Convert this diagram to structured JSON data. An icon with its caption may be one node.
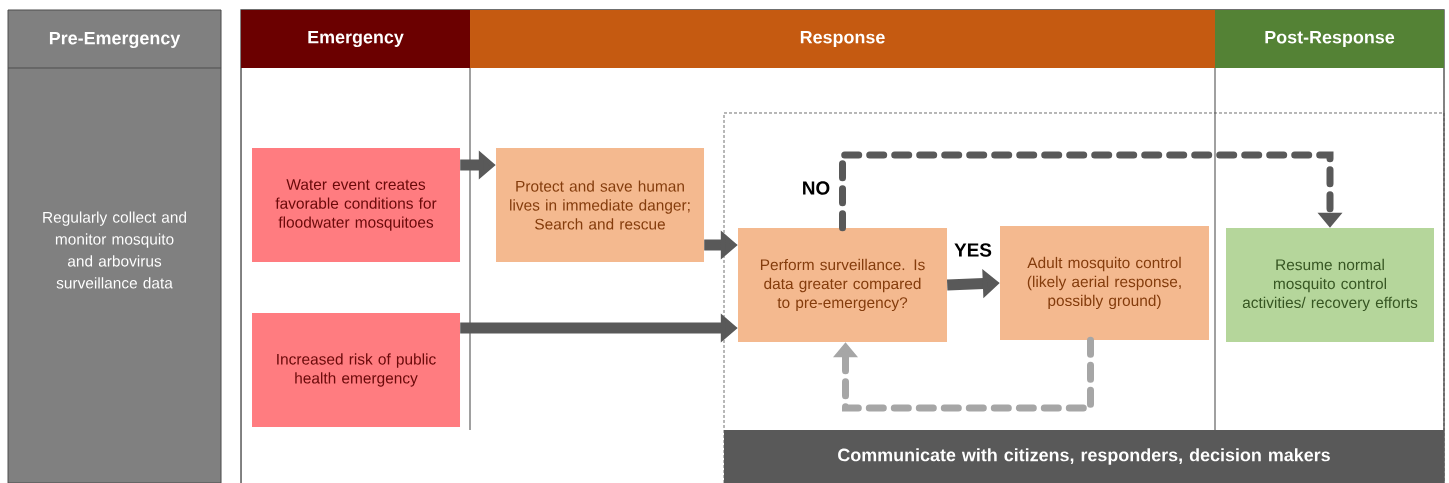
{
  "diagram": {
    "nodes": [
      {
        "text": [
          "Pre-Emergency",
          "Regularly collect and monitor mosquito and arbovirus surveillance data"
        ]
      },
      {
        "text": [
          "Emergency"
        ]
      },
      {
        "text": [
          "Response"
        ]
      },
      {
        "text": [
          "Post-Response"
        ]
      },
      {
        "text": [
          "Water event creates favorable conditions for floodwater mosquitoes"
        ]
      },
      {
        "text": [
          "Increased risk of public health emergency"
        ]
      },
      {
        "text": [
          "Protect and save human lives in immediate danger; Search and rescue"
        ]
      },
      {
        "text": [
          "Perform surveillance. Is data greater compared to pre-emergency?"
        ]
      },
      {
        "text": [
          "Adult mosquito control (likely aerial response, possibly ground)"
        ]
      },
      {
        "text": [
          "Resume normal mosquito control activities/ recovery efforts"
        ]
      },
      {
        "text": [
          "Communicate with citizens, responders, decision makers"
        ]
      }
    ],
    "edges": [
      {
        "from": 4,
        "to": 6,
        "arrow": "to"
      },
      {
        "from": 6,
        "to": 7,
        "arrow": "to"
      },
      {
        "from": 5,
        "to": 7,
        "arrow": "to"
      },
      {
        "from": 7,
        "to": 8,
        "arrow": "to",
        "label": "YES"
      },
      {
        "from": 7,
        "to": 9,
        "arrow": "to",
        "label": "NO",
        "style": "dashed"
      },
      {
        "from": 8,
        "to": 7,
        "arrow": "to",
        "style": "dashed",
        "color": "#a6a6a6"
      }
    ]
  }
}
